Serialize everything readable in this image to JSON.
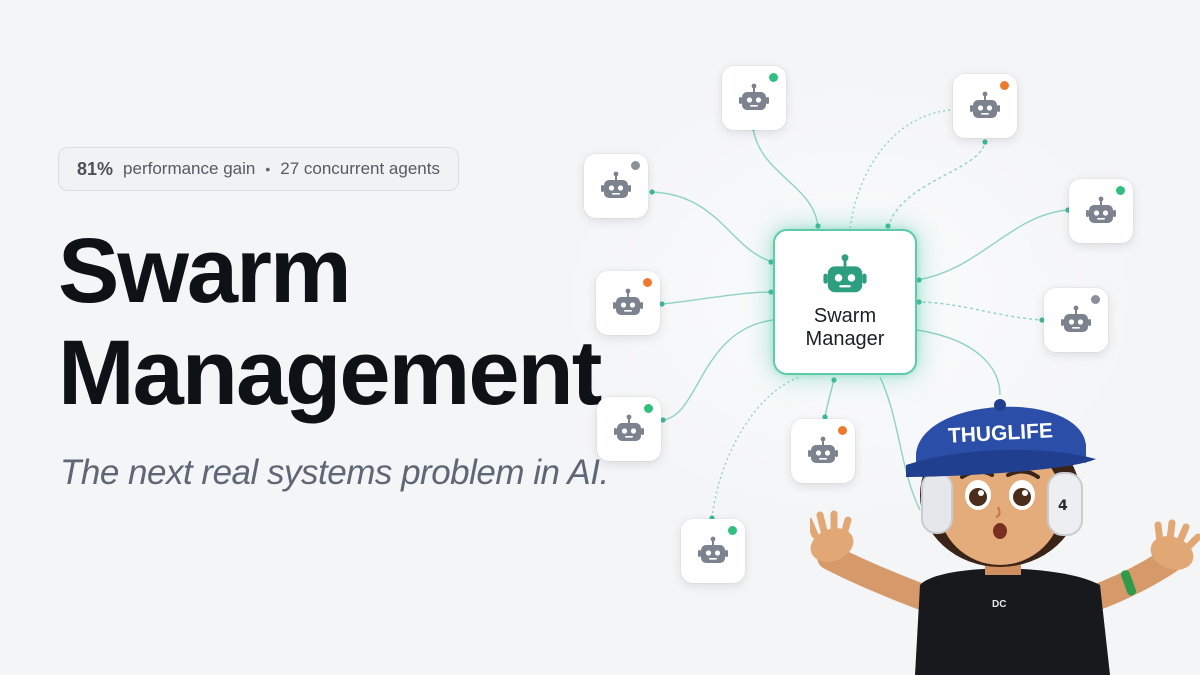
{
  "stats": {
    "performance_pct": "81%",
    "performance_label": "performance gain",
    "separator": "•",
    "agents_label": "27 concurrent agents"
  },
  "headline": {
    "line1": "Swarm",
    "line2": "Management"
  },
  "tagline": "The next real systems problem in AI.",
  "manager": {
    "line1": "Swarm",
    "line2": "Manager"
  },
  "agents": [
    {
      "name": "agent-top-left",
      "status": "active"
    },
    {
      "name": "agent-top-right",
      "status": "busy"
    },
    {
      "name": "agent-upper-left",
      "status": "idle"
    },
    {
      "name": "agent-upper-right",
      "status": "active"
    },
    {
      "name": "agent-mid-left",
      "status": "busy"
    },
    {
      "name": "agent-mid-right",
      "status": "idle"
    },
    {
      "name": "agent-lower-left",
      "status": "active"
    },
    {
      "name": "agent-lower-center",
      "status": "busy"
    },
    {
      "name": "agent-bottom-left",
      "status": "active"
    }
  ],
  "status_colors": {
    "active": "#2fbf7f",
    "busy": "#ee7a2f",
    "idle": "#8a8f99"
  },
  "colors": {
    "accent": "#3fb99a",
    "icon": "#7c828e",
    "manager_icon": "#2e9e80"
  },
  "mascot": {
    "cap_text": "THUGLIFE",
    "shirt_text": "DC"
  }
}
